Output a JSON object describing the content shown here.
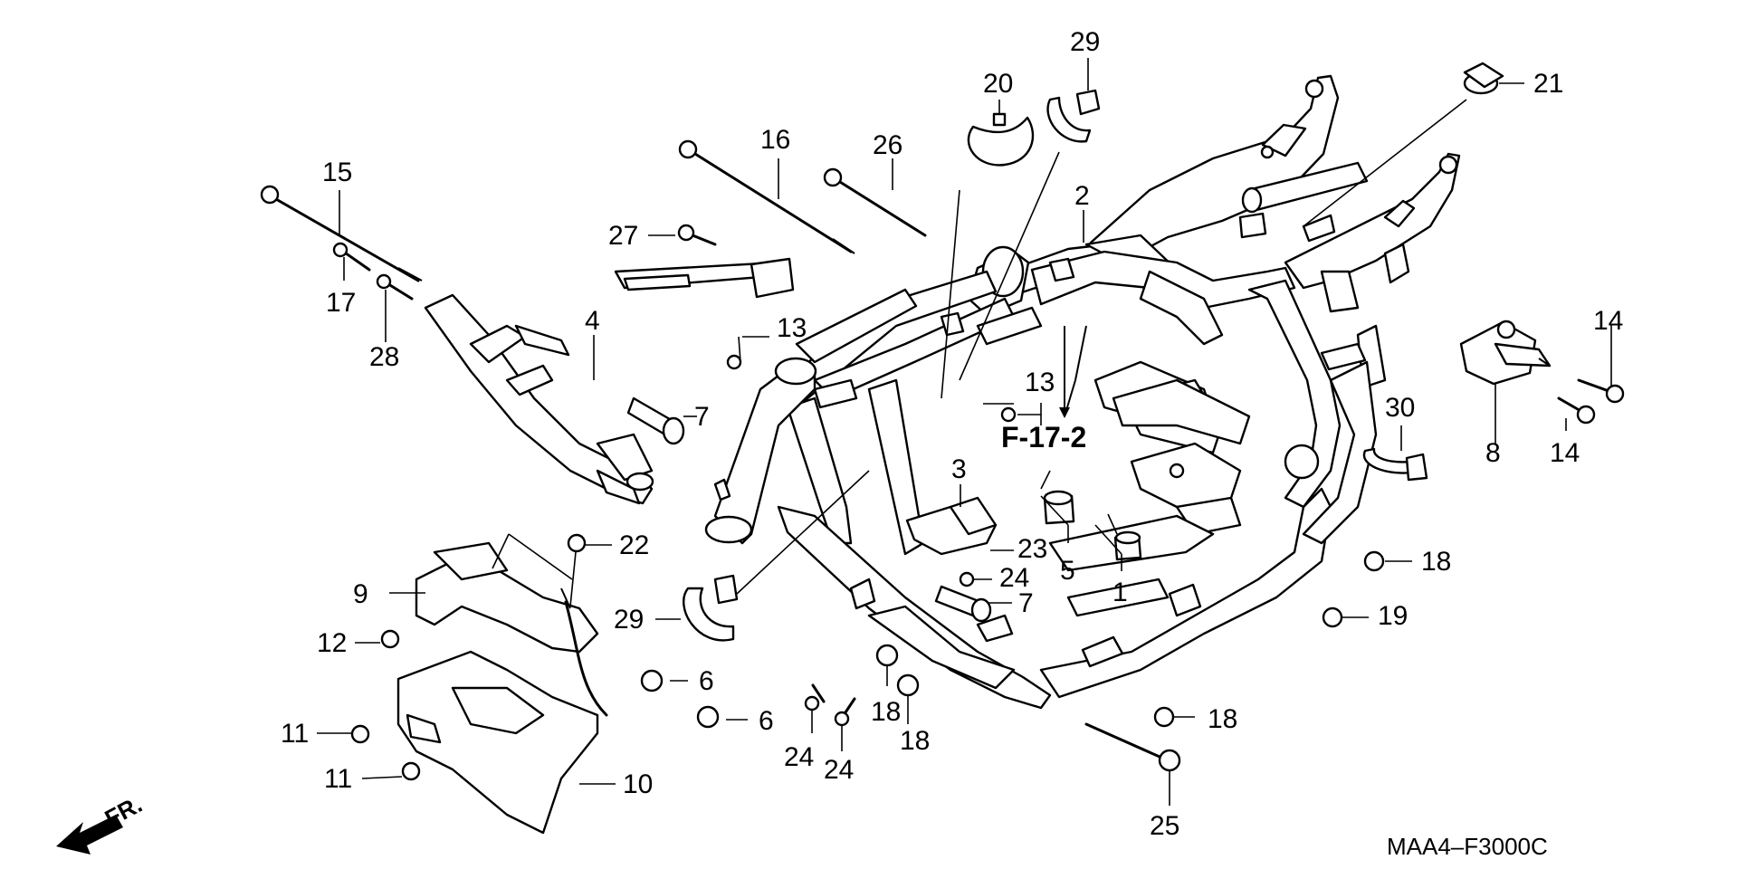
{
  "diagram": {
    "title": "",
    "reference_label": "F-17-2",
    "direction_label": "FR.",
    "catalog_code": "MAA4–F3000C"
  },
  "callouts": [
    {
      "id": "c1",
      "number": "1"
    },
    {
      "id": "c2",
      "number": "2"
    },
    {
      "id": "c3",
      "number": "3"
    },
    {
      "id": "c4",
      "number": "4"
    },
    {
      "id": "c5",
      "number": "5"
    },
    {
      "id": "c6a",
      "number": "6"
    },
    {
      "id": "c6b",
      "number": "6"
    },
    {
      "id": "c7a",
      "number": "7"
    },
    {
      "id": "c7b",
      "number": "7"
    },
    {
      "id": "c8",
      "number": "8"
    },
    {
      "id": "c9",
      "number": "9"
    },
    {
      "id": "c10",
      "number": "10"
    },
    {
      "id": "c11a",
      "number": "11"
    },
    {
      "id": "c11b",
      "number": "11"
    },
    {
      "id": "c12",
      "number": "12"
    },
    {
      "id": "c13a",
      "number": "13"
    },
    {
      "id": "c13b",
      "number": "13"
    },
    {
      "id": "c14a",
      "number": "14"
    },
    {
      "id": "c14b",
      "number": "14"
    },
    {
      "id": "c15",
      "number": "15"
    },
    {
      "id": "c16",
      "number": "16"
    },
    {
      "id": "c17",
      "number": "17"
    },
    {
      "id": "c18a",
      "number": "18"
    },
    {
      "id": "c18b",
      "number": "18"
    },
    {
      "id": "c18c",
      "number": "18"
    },
    {
      "id": "c18d",
      "number": "18"
    },
    {
      "id": "c19",
      "number": "19"
    },
    {
      "id": "c20",
      "number": "20"
    },
    {
      "id": "c21",
      "number": "21"
    },
    {
      "id": "c22",
      "number": "22"
    },
    {
      "id": "c23",
      "number": "23"
    },
    {
      "id": "c24a",
      "number": "24"
    },
    {
      "id": "c24b",
      "number": "24"
    },
    {
      "id": "c24c",
      "number": "24"
    },
    {
      "id": "c25",
      "number": "25"
    },
    {
      "id": "c26",
      "number": "26"
    },
    {
      "id": "c27",
      "number": "27"
    },
    {
      "id": "c28",
      "number": "28"
    },
    {
      "id": "c29a",
      "number": "29"
    },
    {
      "id": "c29b",
      "number": "29"
    },
    {
      "id": "c30",
      "number": "30"
    }
  ]
}
